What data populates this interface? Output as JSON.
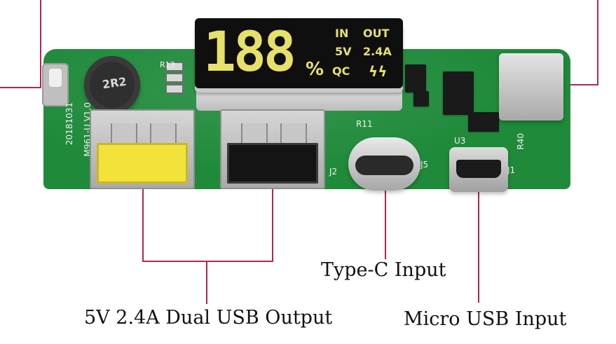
{
  "display": {
    "digits": "188",
    "percent": "%",
    "labels": {
      "in": "IN",
      "out": "OUT",
      "v": "5V",
      "a": "2.4A",
      "qc": "QC",
      "bolts": "ϟϟ"
    }
  },
  "board": {
    "inductor_marking": "2R2",
    "silkscreen": {
      "part": "M961-U V1.0",
      "date": "20181031",
      "j2": "J2",
      "j5": "J5",
      "j1": "J1",
      "r11": "R11",
      "r13": "R13",
      "r40": "R40",
      "u3": "U3"
    }
  },
  "captions": {
    "dual_usb_output": "5V 2.4A Dual USB Output",
    "type_c_input": "Type-C Input",
    "micro_usb_input": "Micro USB Input"
  },
  "colors": {
    "pcb": "#1f8a3a",
    "lcd_text": "#e7e06a",
    "leader_lines": "#b0245a",
    "yellow_usb": "#f2e23a",
    "black_usb": "#141414"
  }
}
